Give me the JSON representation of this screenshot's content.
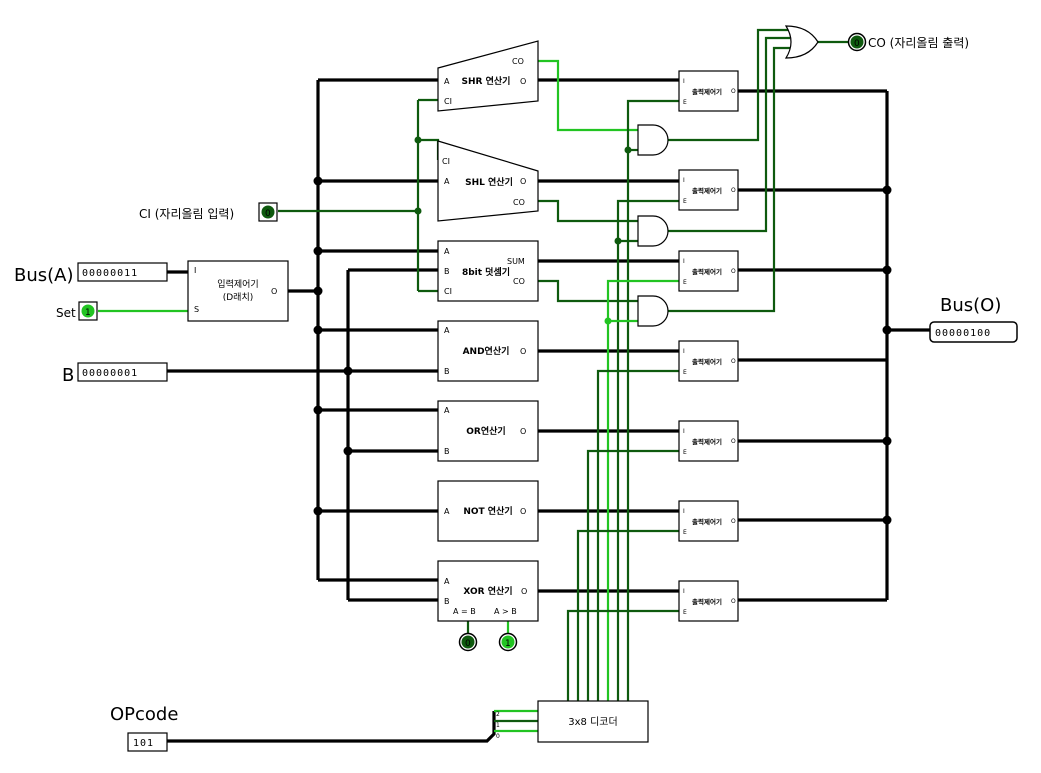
{
  "inputs": {
    "bus_a": {
      "label": "Bus(A)",
      "value": "00000011"
    },
    "b": {
      "label": "B",
      "value": "00000001"
    },
    "set": {
      "label": "Set",
      "value": "1"
    },
    "ci": {
      "label": "CI (자리올림 입력)",
      "value": "0"
    },
    "opcode": {
      "label": "OPcode",
      "value": "101"
    }
  },
  "outputs": {
    "bus_o": {
      "label": "Bus(O)",
      "value": "00000100"
    },
    "co": {
      "label": "CO (자리올림 출력)",
      "value": "0"
    },
    "eq": {
      "value": "0"
    },
    "gt": {
      "value": "1"
    }
  },
  "latch": {
    "title": "입력제어기",
    "subtitle": "(D래치)",
    "pin_i": "I",
    "pin_s": "S",
    "pin_o": "O"
  },
  "units": {
    "shr": {
      "title": "SHR 연산기",
      "pin_a": "A",
      "pin_ci": "CI",
      "pin_co": "CO",
      "pin_o": "O"
    },
    "shl": {
      "title": "SHL 연산기",
      "pin_ci": "CI",
      "pin_a": "A",
      "pin_o": "O",
      "pin_co": "CO"
    },
    "adder": {
      "title": "8bit 덧셈기",
      "pin_a": "A",
      "pin_b": "B",
      "pin_ci": "CI",
      "pin_sum": "SUM",
      "pin_co": "CO"
    },
    "and": {
      "title": "AND연산기",
      "pin_a": "A",
      "pin_b": "B",
      "pin_o": "O"
    },
    "or": {
      "title": "OR연산기",
      "pin_a": "A",
      "pin_b": "B",
      "pin_o": "O"
    },
    "not": {
      "title": "NOT 연산기",
      "pin_a": "A",
      "pin_o": "O"
    },
    "xor": {
      "title": "XOR 연산기",
      "pin_a": "A",
      "pin_b": "B",
      "pin_o": "O",
      "eq_label": "A = B",
      "gt_label": "A > B"
    }
  },
  "output_control": {
    "title": "출력제어기",
    "pin_i": "I",
    "pin_e": "E",
    "pin_o": "O"
  },
  "decoder": {
    "title": "3x8 디코더",
    "pins": [
      "2",
      "1",
      "0"
    ]
  },
  "colors": {
    "wire_bus": "#000000",
    "wire_low": "#0e5a0e",
    "wire_high": "#22c422"
  }
}
